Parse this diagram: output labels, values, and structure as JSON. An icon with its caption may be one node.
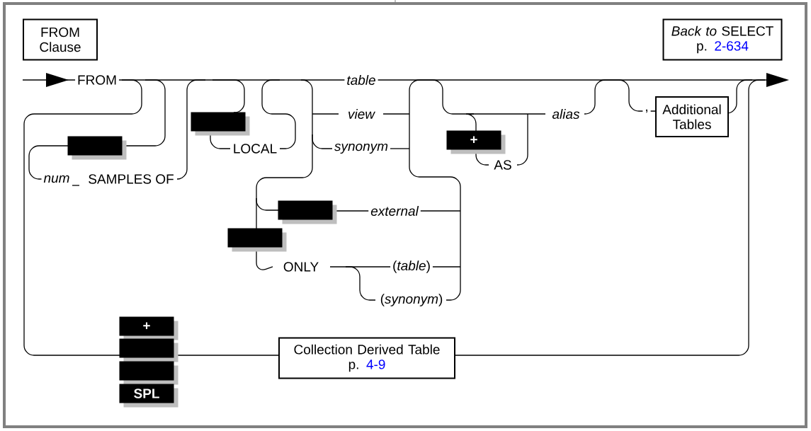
{
  "diagram": {
    "nodes": [
      {
        "text": [
          "FROM Clause"
        ]
      },
      {
        "text": [
          "*Back to* SELECT",
          "p.",
          "2-634"
        ]
      },
      {
        "text": [],
        "shape": "box"
      },
      {
        "text": [
          "+"
        ]
      },
      {
        "text": [
          "Additional Tables"
        ]
      },
      {
        "text": [],
        "shape": "box"
      },
      {
        "text": [],
        "shape": "box"
      },
      {
        "text": [],
        "shape": "box"
      },
      {
        "text": [
          "+"
        ]
      },
      {
        "text": [],
        "shape": "box"
      },
      {
        "text": [],
        "shape": "box"
      },
      {
        "text": [
          "SPL"
        ]
      },
      {
        "text": [
          "Collection Derived Table",
          "p.",
          "4-9"
        ]
      }
    ],
    "labels": [
      "FROM",
      "table",
      "view",
      "alias",
      ",",
      "LOCAL",
      "synonym",
      "AS",
      "num",
      "SAMPLES OF",
      "external",
      "ONLY",
      "(*table*)",
      "(*synonym*)"
    ]
  }
}
